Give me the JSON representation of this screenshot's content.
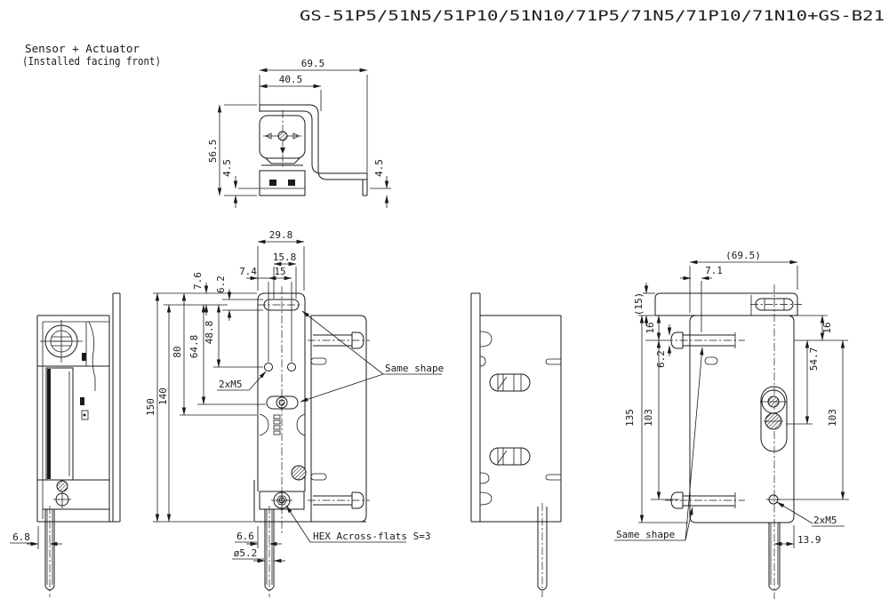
{
  "title": "GS-51P5/51N5/51P10/51N10/71P5/71N5/71P10/71N10+GS-B21",
  "note": {
    "line1": "Sensor + Actuator",
    "line2": "(Installed facing front)"
  },
  "top_view": {
    "total_width": "69.5",
    "sensor_width": "40.5",
    "depth": "56.5",
    "tab_left": "4.5",
    "tab_right": "4.5"
  },
  "front_view": {
    "body_width": "29.8",
    "slot_length": "15.8",
    "hole_offset": "7.4",
    "hole_pitch": "15",
    "slot_top_offset": "7.6",
    "slot_width": "6.2",
    "hole_height": "48.8",
    "lower_slot_height": "64.8",
    "height_80": "80",
    "height_140": "140",
    "height_150": "150",
    "holes_label": "2xM5",
    "same_shape_label": "Same shape",
    "cable_offset": "6.6",
    "cable_dia": "ø5.2",
    "hex_label": "HEX Across-flats S=3"
  },
  "left_view": {
    "cable_offset": "6.8"
  },
  "right_view": {
    "total_width": "(69.5)",
    "slot_offset": "7.1",
    "flange_height": "(15)",
    "top_height_left": "16",
    "slot_width": "6.2",
    "height_135": "135",
    "height_103_left": "103",
    "top_height_right": "16",
    "pivot_height": "54.7",
    "height_103_right": "103",
    "same_shape_label": "Same shape",
    "holes_label": "2xM5",
    "cable_offset": "13.9"
  }
}
